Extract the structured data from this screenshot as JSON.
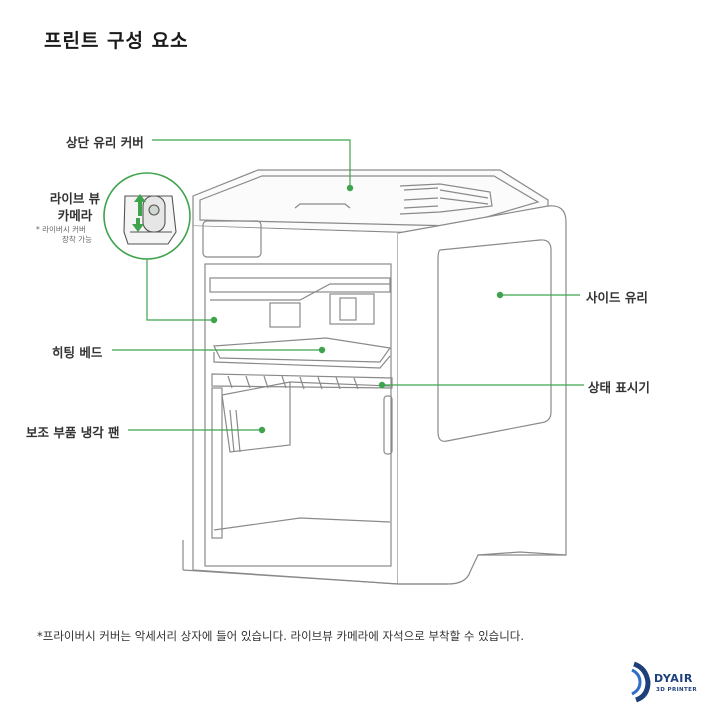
{
  "title": "프린트 구성 요소",
  "labels": {
    "top_glass_cover": "상단 유리 커버",
    "live_view_camera_line1": "라이브 뷰",
    "live_view_camera_line2": "카메라",
    "live_view_sub_line1": "* 라이버시 커버",
    "live_view_sub_line2": "장착 가능",
    "heating_bed": "히팅 베드",
    "aux_cooling_fan": "보조 부품 냉각 팬",
    "side_glass": "사이드 유리",
    "status_indicator": "상태 표시기"
  },
  "footnote": "*프라이버시 커버는 악세서리 상자에 들어 있습니다. 라이브뷰 카메라에 자석으로 부착할 수 있습니다.",
  "logo": {
    "name": "DYAIR",
    "tagline": "3D PRINTER"
  },
  "colors": {
    "callout": "#3fa34d",
    "outline": "#8a8a8a",
    "logo": "#1d3f7a"
  }
}
